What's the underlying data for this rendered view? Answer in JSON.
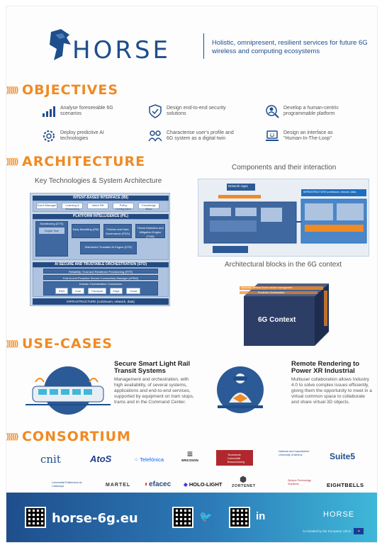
{
  "header": {
    "logo_text": "HORSE",
    "tagline": "Holistic, omnipresent, resilient services for future 6G wireless and computing ecosystems"
  },
  "sections": {
    "objectives": "OBJECTIVES",
    "architecture": "ARCHITECTURE",
    "use_cases": "USE-CASES",
    "consortium": "CONSORTIUM",
    "chevrons": "))))))"
  },
  "objectives": [
    {
      "icon": "chart-icon",
      "text": "Analyse foreseeable 6G scenarios"
    },
    {
      "icon": "shield-icon",
      "text": "Design end-to-end security solutions"
    },
    {
      "icon": "user-search-icon",
      "text": "Develop a human-centric programmable platform"
    },
    {
      "icon": "gear-icon",
      "text": "Deploy predictive AI technologies"
    },
    {
      "icon": "people-icon",
      "text": "Characterise user's profile and 6G system as a digital twin"
    },
    {
      "icon": "laptop-icon",
      "text": "Design an interface as \"Human-In-The-Loop\""
    }
  ],
  "architecture": {
    "left_title": "Key Technologies & System Architecture",
    "right_title_1": "Components and their interaction",
    "right_title_2": "Architectural blocks in the 6G context",
    "diagram": {
      "ibi": "INTENT-BASED INTERFACE (IBI)",
      "ibi_items": [
        "Event Manager",
        "Learning & Reasoning",
        "Intent DB",
        "Policy Configurator",
        "Knowledge Base"
      ],
      "pil": "PLATFORM INTELLIGENCE (PIL)",
      "sandboxing": "Sandboxing (DTS)",
      "digital_twin": "Digital Twin",
      "pil_items": [
        "Early Modelling (EM)",
        "Policies and Data Governance (PDG)",
        "Threat Detection and Mitigation Engine (TDM)"
      ],
      "dte": "Distributed Trustable AI Engine (DTE)",
      "stc": "AI SECURE AND TRUSTABLE ORCHESTRATION (STO)",
      "stc_items": [
        "Reliability, Trust and Resilience Provisioning (RTR)",
        "End-to-end Proactive Secure Connectivity Manager (ePEM)"
      ],
      "domain": "Domain Orchestration Connectors",
      "domain_items": [
        "RAN",
        "Core",
        "Transport",
        "Edge",
        "Cloud"
      ],
      "infra": "INFRASTRUCTURE (continuum, network, data)"
    },
    "components": {
      "label_1": "Network Apps",
      "label_2": "INFRASTRUCTURE (continuum, network, data)"
    },
    "context": {
      "label": "6G Context",
      "layers": [
        "Standard-/Vertical-/future service management",
        "Predictive Orchestration"
      ]
    }
  },
  "use_cases": [
    {
      "title": "Secure Smart Light Rail Transit Systems",
      "body": "Management and orchestration, with high availability, of several systems, applications and end-to-end services, supported by equipment on tram stops, trams and in the Command Center."
    },
    {
      "title": "Remote Rendering to Power XR Industrial",
      "body": "Multiuser collaboration allows Industry 4.0 to solve complex issues efficiently, giving them the opportunity to meet in a virtual common space to collaborate and share virtual 3D objects."
    }
  ],
  "consortium": {
    "row1": [
      "cnit",
      "AtoS",
      "Telefónica",
      "ERICSSON",
      "Technische Universität Braunschweig",
      "National and Kapodistrian University of Athens",
      "Suite5"
    ],
    "row2": [
      "Universitat Politècnica de Catalunya",
      "MARTEL",
      "efacec",
      "HOLO-LIGHT",
      "ZORTENET",
      "Sphynx Technology Solutions",
      "EIGHTBELLS"
    ]
  },
  "footer": {
    "url": "horse-6g.eu",
    "twitter": "🐦",
    "linkedin": "in",
    "logo": "HORSE",
    "eu_text": "Co-funded by the European Union"
  },
  "colors": {
    "accent": "#f08a24",
    "brand": "#1f4e8c",
    "footer_end": "#3fb8d9"
  }
}
